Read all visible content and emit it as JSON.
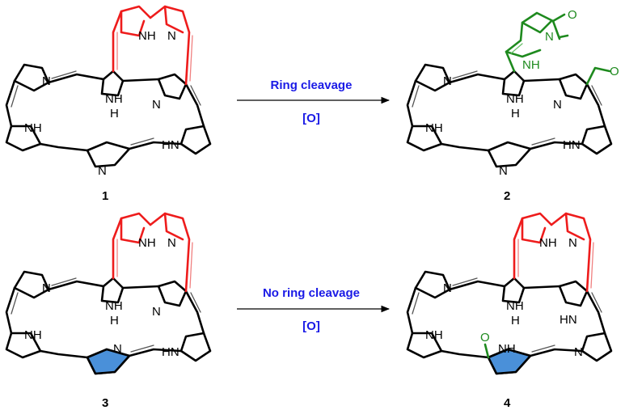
{
  "conditions": {
    "top_above": "Ring cleavage",
    "top_below": "[O]",
    "bottom_above": "No ring cleavage",
    "bottom_below": "[O]"
  },
  "labels": {
    "c1": "1",
    "c2": "2",
    "c3": "3",
    "c4": "4"
  },
  "atoms": {
    "N": "N",
    "NH": "NH",
    "HN": "HN",
    "H": "H",
    "O": "O"
  },
  "colors": {
    "bridge": "#ee1c1c",
    "cleaved": "#1e8a1e",
    "highlight": "#4a90d9",
    "conditions": "#1a1ae6"
  }
}
